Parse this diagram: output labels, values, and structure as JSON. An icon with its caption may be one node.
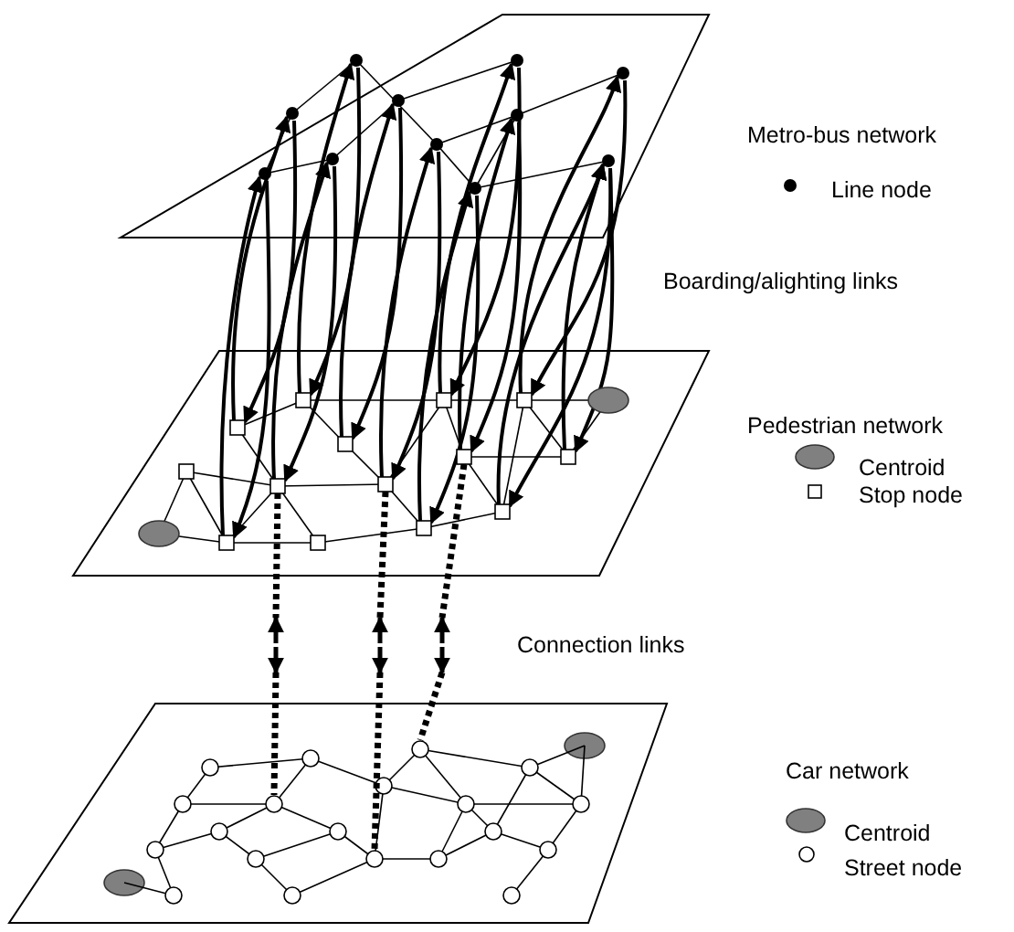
{
  "diagram": {
    "labels": [
      "Metro-bus network",
      "Boarding/alighting links",
      "Pedestrian network",
      "Connection links",
      "Car network"
    ],
    "legend": [
      {
        "text": "Line node"
      },
      {
        "text": "Centroid"
      },
      {
        "text": "Stop node"
      },
      {
        "text": "Centroid"
      },
      {
        "text": "Street node"
      }
    ]
  }
}
